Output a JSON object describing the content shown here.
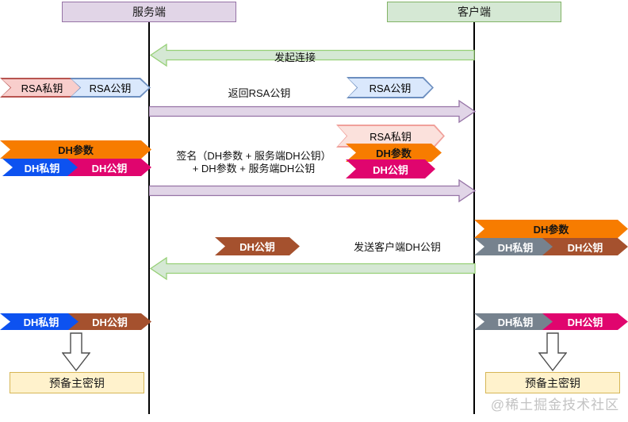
{
  "actors": {
    "server": "服务端",
    "client": "客户端"
  },
  "messages": {
    "connect": "发起连接",
    "return_rsa": "返回RSA公钥",
    "sign_line1": "签名（DH参数 + 服务端DH公钥）",
    "sign_line2": "+ DH参数 + 服务端DH公钥",
    "send_client_dh": "发送客户端DH公钥"
  },
  "ribbons": {
    "rsa_private": "RSA私钥",
    "rsa_public": "RSA公钥",
    "dh_params": "DH参数",
    "dh_private": "DH私钥",
    "dh_public": "DH公钥"
  },
  "result_box": "预备主密钥",
  "watermark": "@稀土掘金技术社区",
  "colors": {
    "server_box_fill": "#E1D5E7",
    "server_box_border": "#9673A6",
    "client_box_fill": "#D5E8D4",
    "client_box_border": "#82B366",
    "green_arrow_fill": "#D5E8D4",
    "green_arrow_border": "#97D077",
    "purple_arrow_fill": "#E1D5E7",
    "purple_arrow_border": "#9673A6",
    "rsa_private_fill": "#F8CECC",
    "rsa_private_border": "#B85450",
    "rsa_private_light_fill": "#FBE1DC",
    "rsa_private_light_border": "#F0A09A",
    "rsa_public_fill": "#DAE8FC",
    "rsa_public_border": "#6C8EBF",
    "dh_params_fill": "#F77C00",
    "dh_private_blue_fill": "#0D52F0",
    "dh_public_magenta_fill": "#E0056E",
    "dh_public_brown_fill": "#A5512E",
    "dh_private_gray_fill": "#76828E",
    "result_box_fill": "#FFF2CC",
    "result_box_border": "#D6B656",
    "watermark_color": "#C3C3C3"
  }
}
